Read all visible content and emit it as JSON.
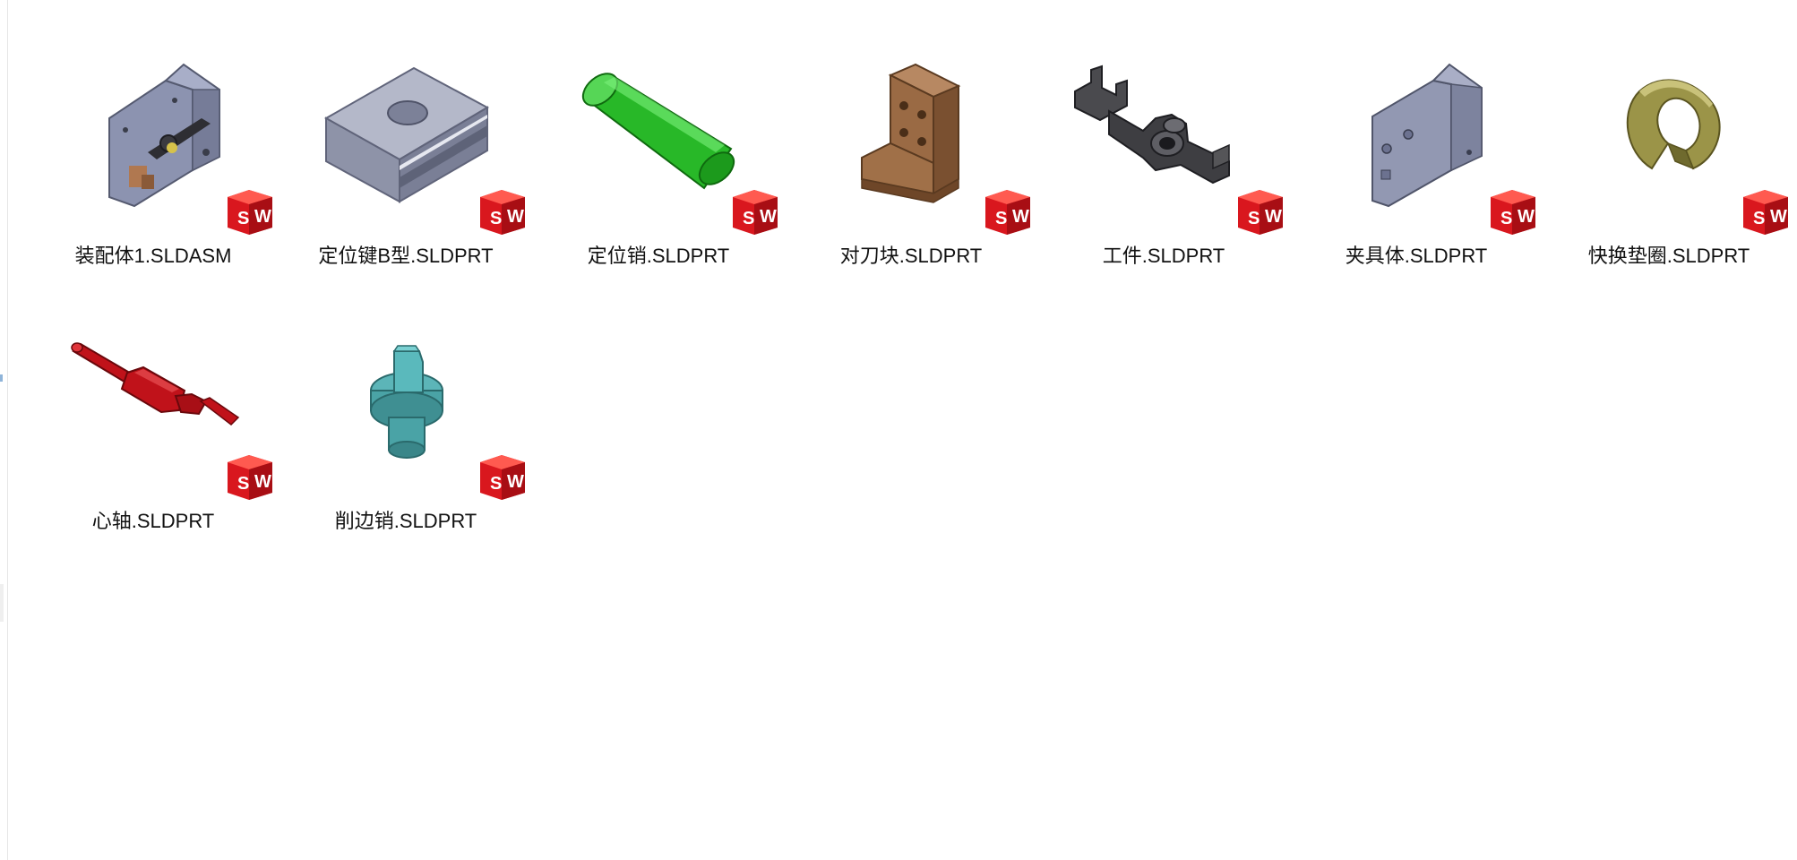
{
  "files": [
    {
      "name": "装配体1.SLDASM",
      "icon": "solidworks-assembly-thumbnail",
      "badge": "sw-icon"
    },
    {
      "name": "定位键B型.SLDPRT",
      "icon": "solidworks-part-thumbnail",
      "badge": "sw-icon"
    },
    {
      "name": "定位销.SLDPRT",
      "icon": "solidworks-part-thumbnail",
      "badge": "sw-icon"
    },
    {
      "name": "对刀块.SLDPRT",
      "icon": "solidworks-part-thumbnail",
      "badge": "sw-icon"
    },
    {
      "name": "工件.SLDPRT",
      "icon": "solidworks-part-thumbnail",
      "badge": "sw-icon"
    },
    {
      "name": "夹具体.SLDPRT",
      "icon": "solidworks-part-thumbnail",
      "badge": "sw-icon"
    },
    {
      "name": "快换垫圈.SLDPRT",
      "icon": "solidworks-part-thumbnail",
      "badge": "sw-icon"
    },
    {
      "name": "心轴.SLDPRT",
      "icon": "solidworks-part-thumbnail",
      "badge": "sw-icon"
    },
    {
      "name": "削边销.SLDPRT",
      "icon": "solidworks-part-thumbnail",
      "badge": "sw-icon"
    }
  ],
  "badge_text": {
    "s": "S",
    "w": "W"
  },
  "colors": {
    "badge_red": "#d9171e",
    "assembly_gray": "#8c93b0",
    "key_gray": "#8e93a8",
    "pin_green": "#28b828",
    "block_brown": "#9a6a44",
    "workpiece_dark": "#4a4a4e",
    "fixture_gray": "#9298b2",
    "washer_olive": "#9b9448",
    "mandrel_red": "#c0121a",
    "diamond_pin_teal": "#4aa3a6"
  }
}
